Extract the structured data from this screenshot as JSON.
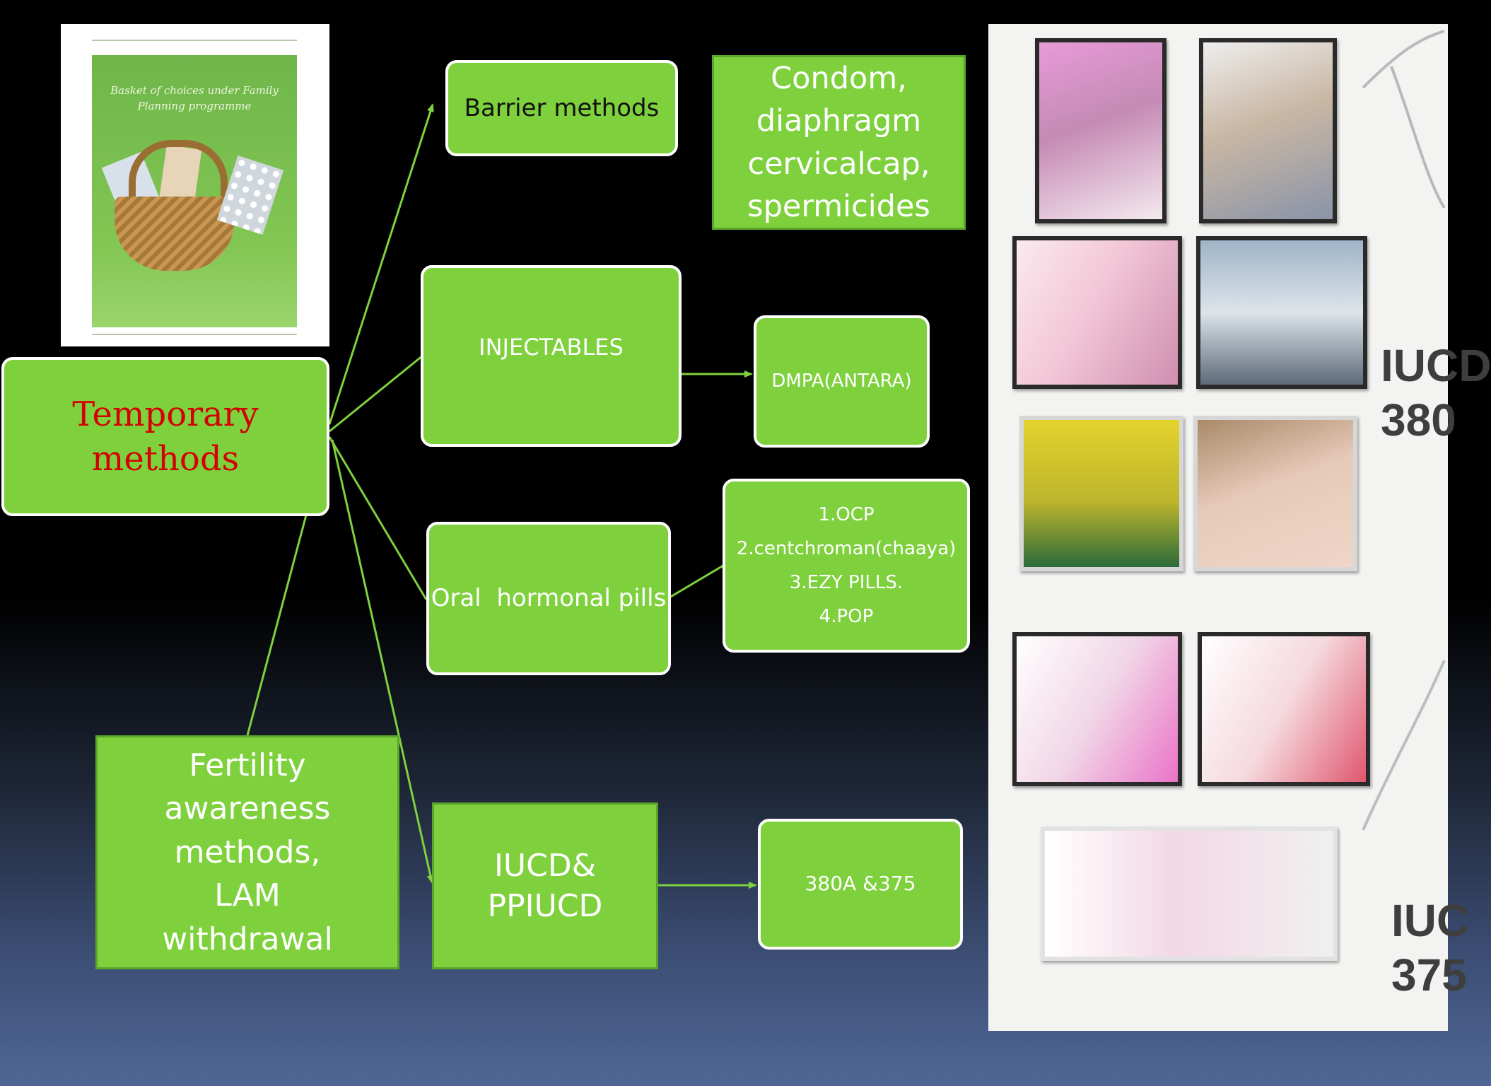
{
  "nodes": {
    "temporary_methods": "Temporary methods",
    "barrier_methods": "Barrier methods",
    "barrier_examples": "Condom,\ndiaphragm\ncervicalcap,\nspermicides",
    "injectables": "INJECTABLES",
    "injectable_example": "DMPA(ANTARA)",
    "oral_pills": "Oral  hormonal pills",
    "oral_pills_list": "1.OCP\n2.centchroman(chaaya)\n3.EZY PILLS.\n4.POP",
    "iucd": "IUCD&\nPPIUCD",
    "iucd_types": "380A &375",
    "fertility_awareness": "Fertility\nawareness\nmethods,\nLAM\nwithdrawal"
  },
  "book_cover": {
    "title": "Basket of choices under\nFamily Planning programme"
  },
  "photo_panel": {
    "side_labels": [
      "IUCD\n380",
      "IUC\n375"
    ]
  },
  "colors": {
    "box_green": "#7ed13c",
    "connector_green": "#7ed13c",
    "title_red": "#d40000",
    "text_white": "#ffffff"
  }
}
